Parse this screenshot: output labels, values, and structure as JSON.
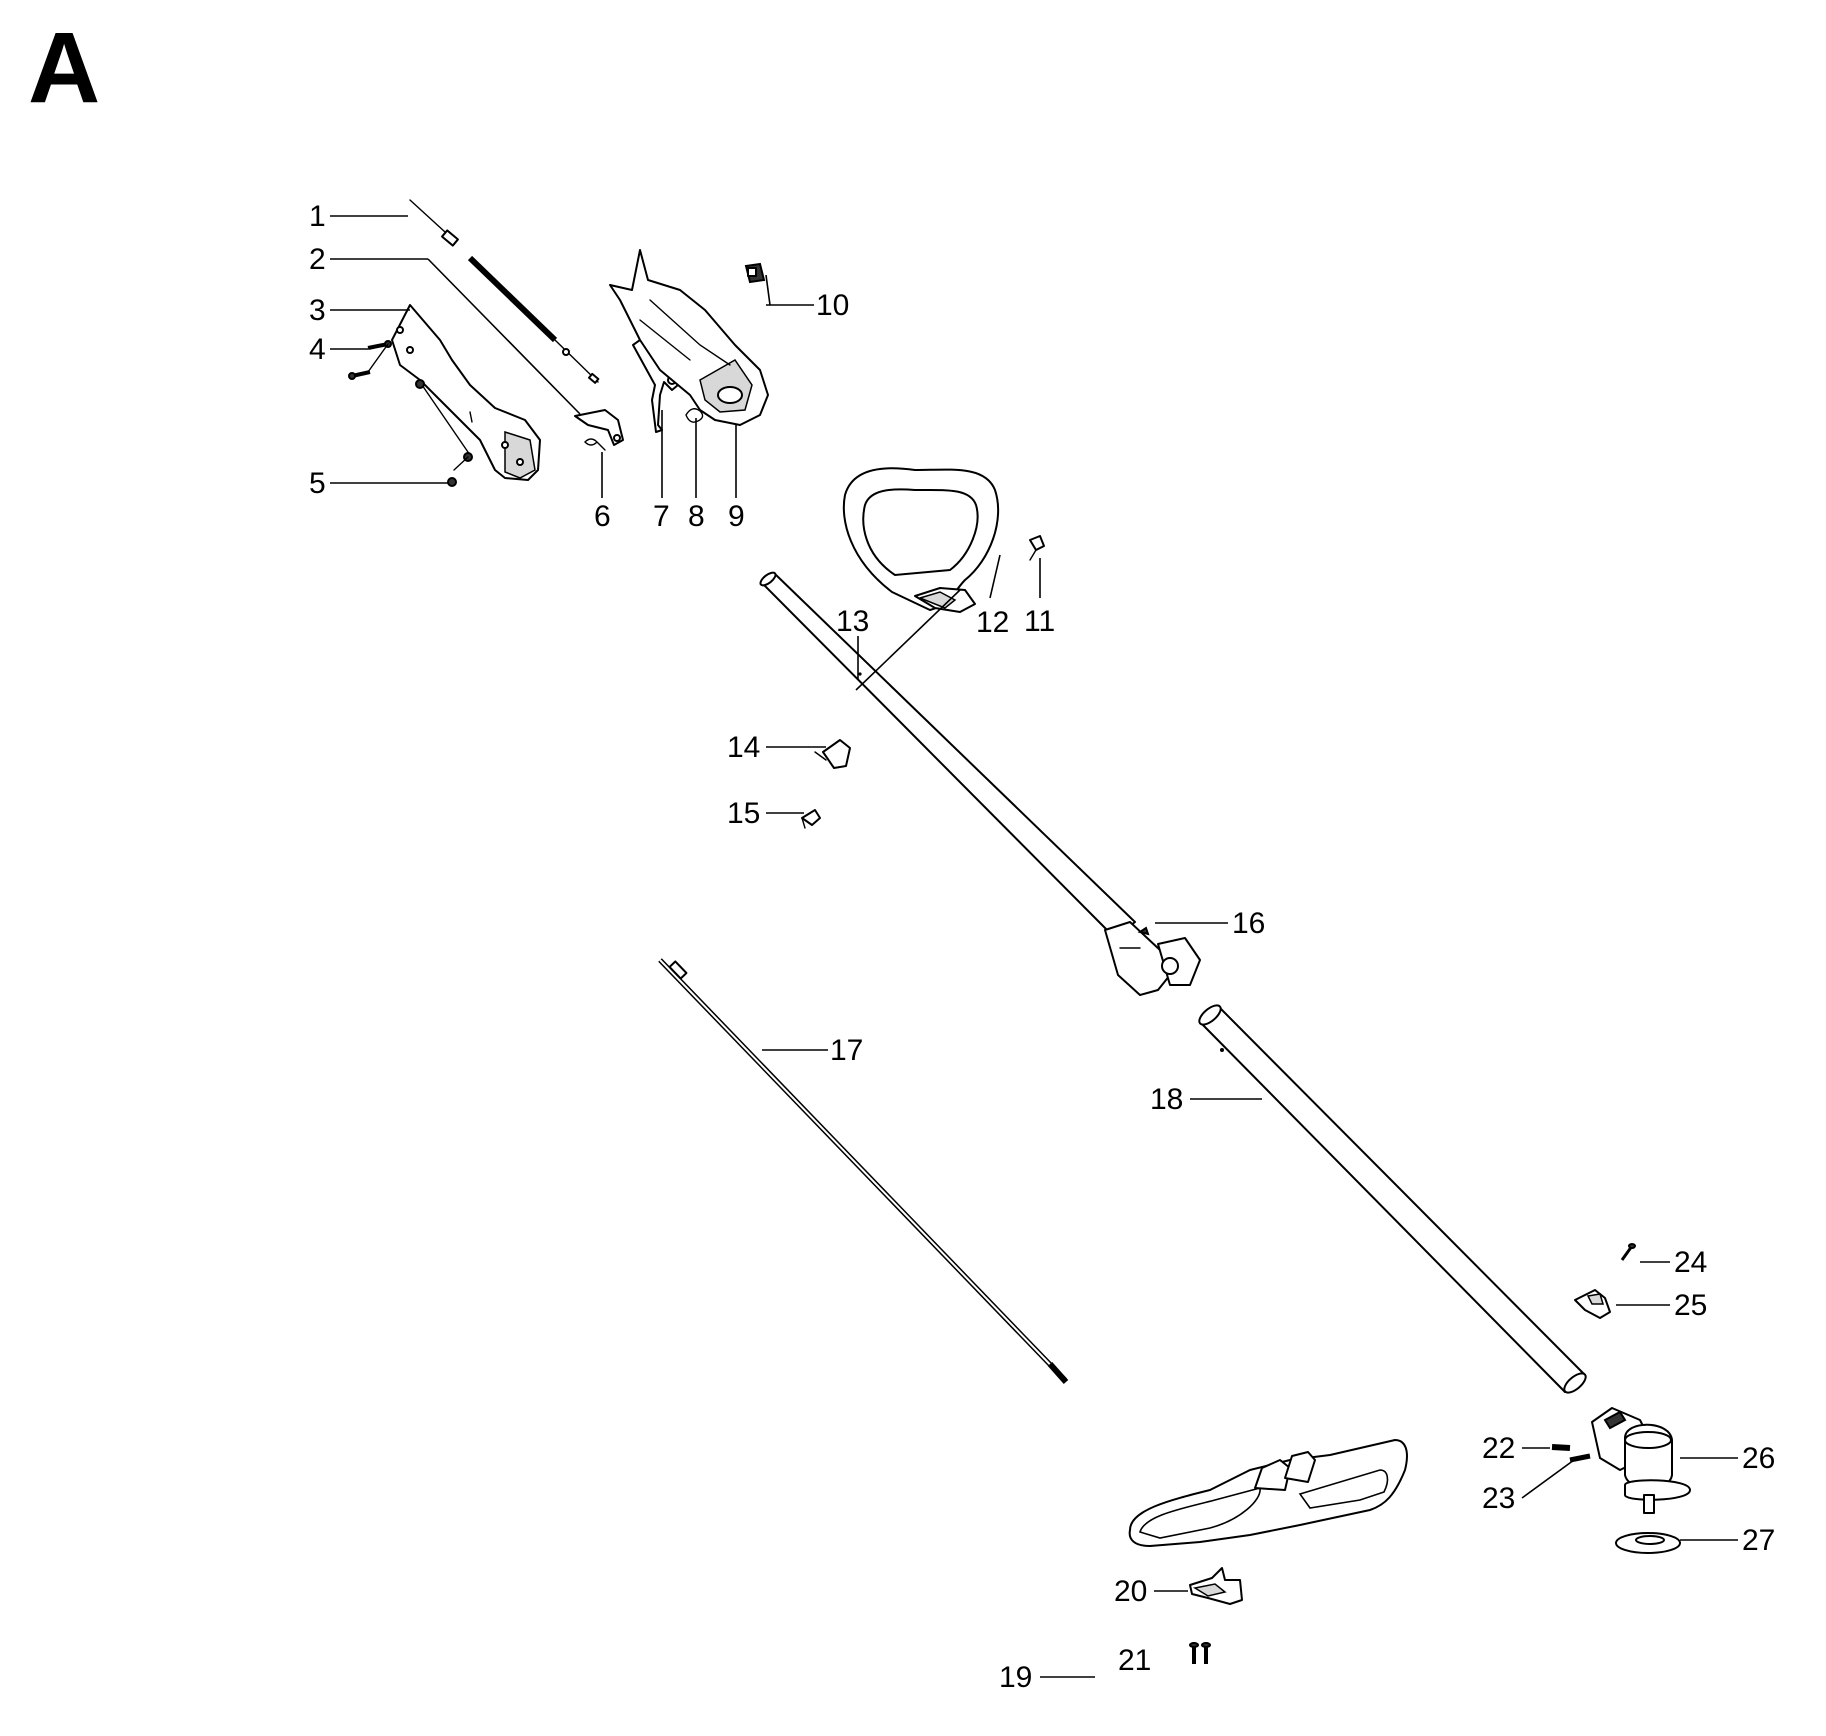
{
  "section_label": "A",
  "callouts": {
    "c1": "1",
    "c2": "2",
    "c3": "3",
    "c4": "4",
    "c5": "5",
    "c6": "6",
    "c7": "7",
    "c8": "8",
    "c9": "9",
    "c10": "10",
    "c11": "11",
    "c12": "12",
    "c13": "13",
    "c14": "14",
    "c15": "15",
    "c16": "16",
    "c17": "17",
    "c18": "18",
    "c19": "19",
    "c20": "20",
    "c21": "21",
    "c22": "22",
    "c23": "23",
    "c24": "24",
    "c25": "25",
    "c26": "26",
    "c27": "27"
  }
}
